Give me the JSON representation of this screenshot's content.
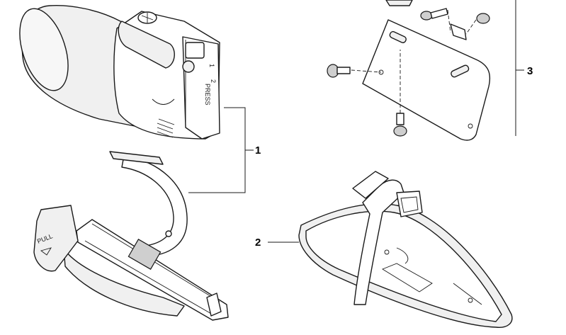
{
  "callouts": {
    "one": "1",
    "two": "2",
    "three": "3"
  },
  "labels": {
    "pull": "PULL",
    "press": "PRESS",
    "digit_one": "1",
    "digit_two": "2"
  }
}
